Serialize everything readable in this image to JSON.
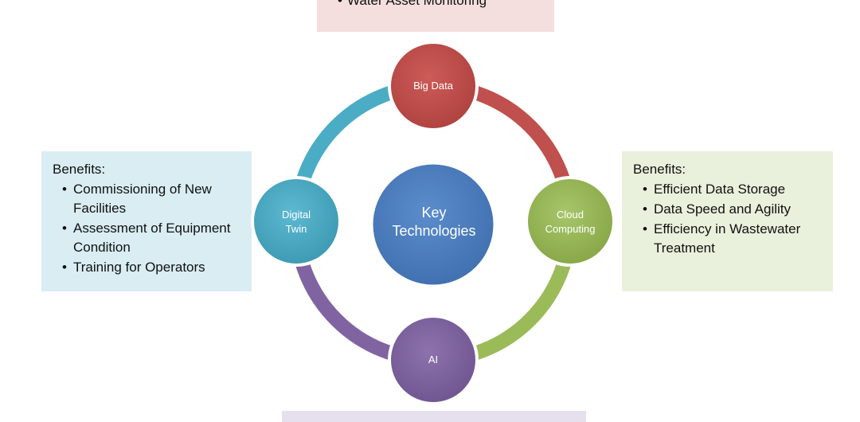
{
  "center": {
    "label_line1": "Key",
    "label_line2": "Technologies",
    "color": "#4f81bd"
  },
  "nodes": {
    "big_data": {
      "label": "Big Data",
      "color": "#c0504d"
    },
    "cloud": {
      "label_line1": "Cloud",
      "label_line2": "Computing",
      "color": "#9bbb59"
    },
    "ai": {
      "label": "AI",
      "color": "#8064a2"
    },
    "digital_twin": {
      "label_line1": "Digital",
      "label_line2": "Twin",
      "color": "#4bacc6"
    }
  },
  "top_box": {
    "item": "Water Asset Monitoring"
  },
  "left_box": {
    "title": "Benefits:",
    "items": [
      "Commissioning of New Facilities",
      "Assessment of Equipment Condition",
      "Training for Operators"
    ]
  },
  "right_box": {
    "title": "Benefits:",
    "items": [
      "Efficient Data Storage",
      "Data Speed and Agility",
      "Efficiency in Wastewater Treatment"
    ]
  }
}
